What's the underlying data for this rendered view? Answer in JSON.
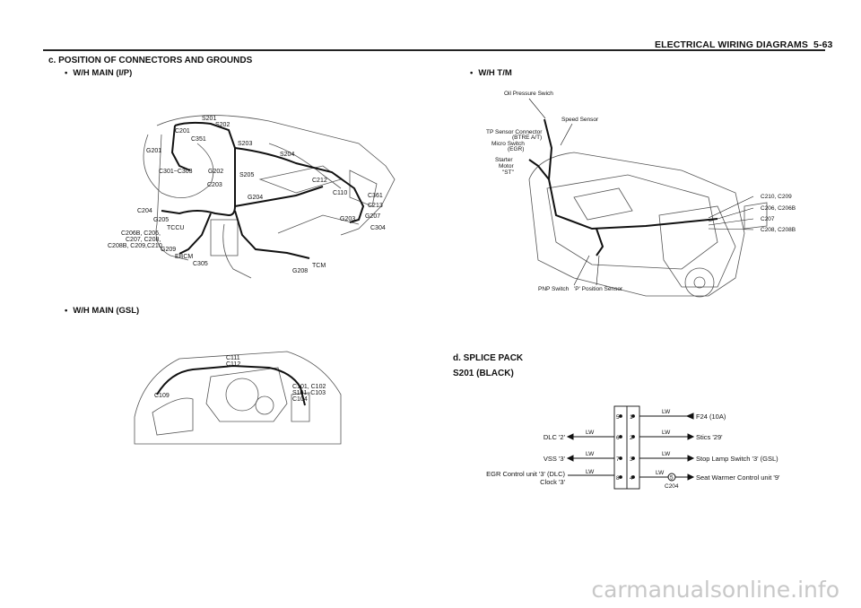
{
  "header": {
    "title": "ELECTRICAL WIRING DIAGRAMS",
    "page": "5-63"
  },
  "section_c": "c. POSITION OF CONNECTORS AND GROUNDS",
  "sub_ip": "W/H MAIN (I/P)",
  "sub_gsl": "W/H MAIN (GSL)",
  "sub_tm": "W/H T/M",
  "section_d": "d. SPLICE PACK",
  "splice_title": "S201 (BLACK)",
  "ip_labels": [
    "S201",
    "S202",
    "C201",
    "C351",
    "G201",
    "S203",
    "S204",
    "C301~C303",
    "G202",
    "S205",
    "C203",
    "G204",
    "C212",
    "C110",
    "C361",
    "C213",
    "C204",
    "G205",
    "TCCU",
    "G207",
    "G203",
    "C304",
    "C206B, C206,",
    "C207, C208,",
    "C208B, C209,C210",
    "G209",
    "EBCM",
    "C305",
    "TCM",
    "G208"
  ],
  "gsl_labels": [
    "C111",
    "C112",
    "C109",
    "C101, C102",
    "S101, C103",
    "C104"
  ],
  "tm_labels": [
    "Oil Pressure Swich",
    "Speed Sensor",
    "TP Sensor Connector",
    "(BTRE A/T)",
    "Micro Switch",
    "(EGR)",
    "Starter",
    "Motor",
    "\"ST\"",
    "C210, C209",
    "C206, C206B",
    "C207",
    "C208, C208B",
    "PNP Switch",
    "'P' Position Sensor"
  ],
  "splice": {
    "left": [
      "DLC '2'",
      "VSS '3'",
      "EGR Control unit '3' (DLC)",
      "Clock '3'"
    ],
    "right": [
      "F24 (10A)",
      "Stics '29'",
      "Stop Lamp Switch '3' (GSL)",
      "Seat Warmer Control unit '9'"
    ],
    "wire": "LW",
    "pins_left": [
      "5",
      "6",
      "7",
      "8"
    ],
    "pins_right": [
      "1",
      "2",
      "3",
      "4"
    ],
    "connector_pin": "5",
    "connector": "C204"
  },
  "watermark": "carmanualsonline.info"
}
